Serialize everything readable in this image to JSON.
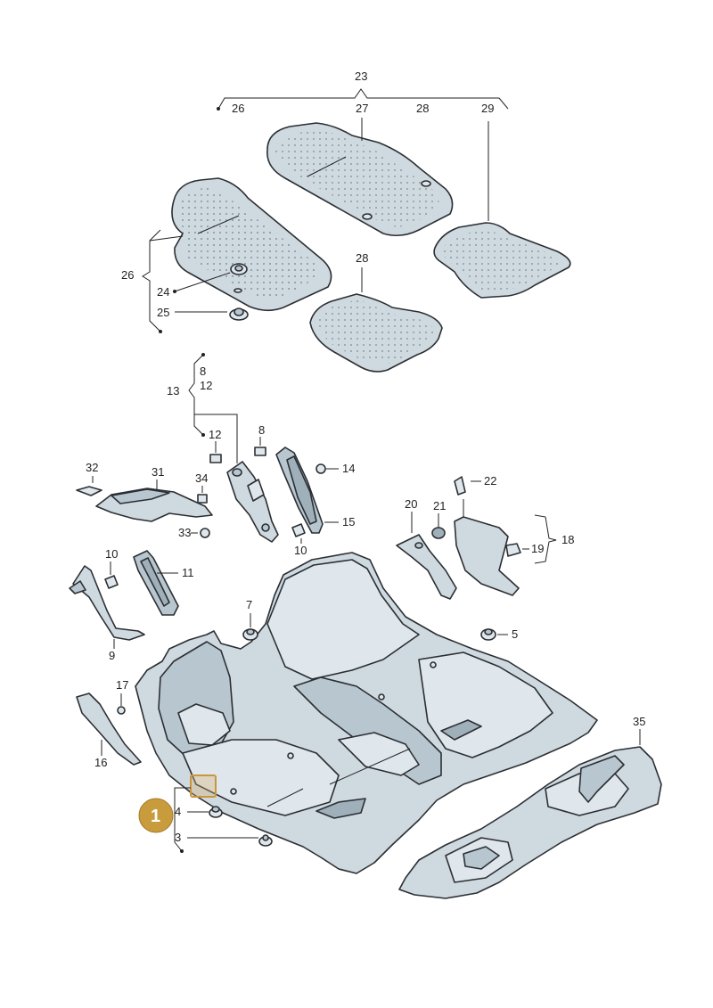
{
  "callouts": {
    "c23": "23",
    "c26": "26",
    "c27": "27",
    "c28": "28",
    "c29": "29",
    "c26b": "26",
    "c24": "24",
    "c25": "25",
    "c28b": "28",
    "c13": "13",
    "c8": "8",
    "c12": "12",
    "c12b": "12",
    "c8b": "8",
    "c14": "14",
    "c15": "15",
    "c10": "10",
    "c32": "32",
    "c31": "31",
    "c34": "34",
    "c33": "33",
    "c10b": "10",
    "c11": "11",
    "c9": "9",
    "c7": "7",
    "c20": "20",
    "c21": "21",
    "c22": "22",
    "c18": "18",
    "c19": "19",
    "c5": "5",
    "c17": "17",
    "c16": "16",
    "c35": "35",
    "c4": "4",
    "c3": "3"
  },
  "badge": {
    "number": "1"
  },
  "colors": {
    "part_fill": "#cfd9e0",
    "outline": "#2b2f33",
    "highlight": "#c8963e",
    "badge": "#c89b3c"
  }
}
